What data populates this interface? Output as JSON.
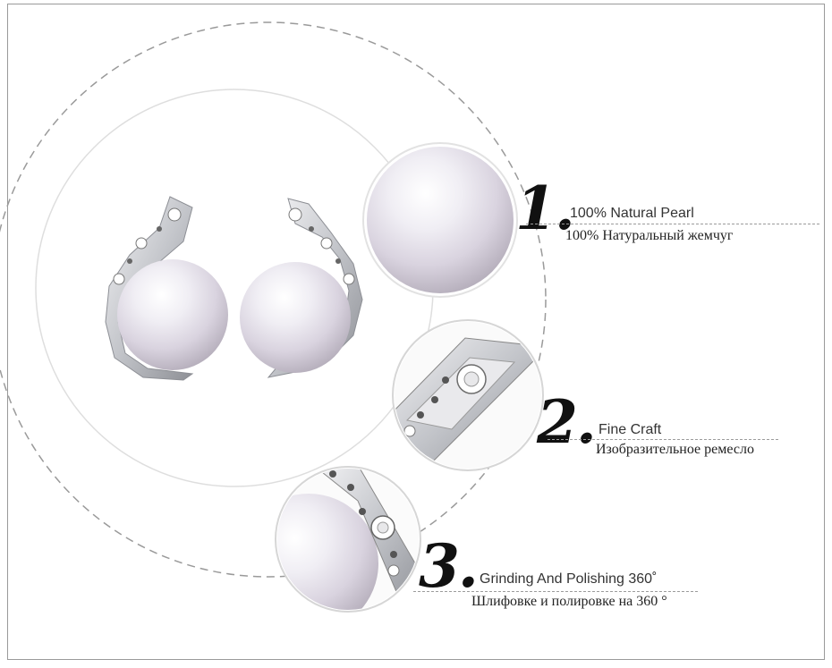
{
  "features": [
    {
      "number": "1.",
      "title_en": "100% Natural Pearl",
      "title_ru": "100% Натуральный жемчуг"
    },
    {
      "number": "2.",
      "title_en": "Fine Craft",
      "title_ru": "Изобразительное ремесло"
    },
    {
      "number": "3.",
      "title_en": "Grinding And Polishing 360˚",
      "title_ru": "Шлифовке и полировке на 360 °"
    }
  ],
  "colors": {
    "pearl": "#ece8f0",
    "silver": "#c9cbd0",
    "rule": "#9c9c9c",
    "text": "#333333"
  }
}
